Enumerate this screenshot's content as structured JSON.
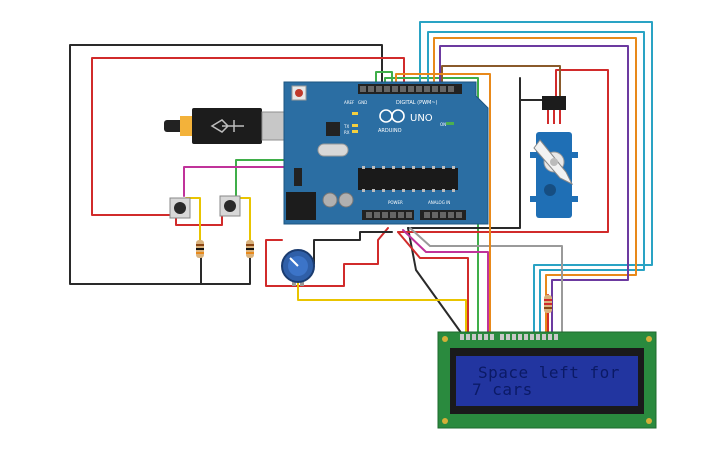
{
  "board": {
    "brand": "ARDUINO",
    "model": "UNO",
    "digital_header": "DIGITAL (PWM~)",
    "power_header": "POWER",
    "analog_header": "ANALOG IN",
    "aref": "AREF",
    "gnd": "GND",
    "tx": "TX",
    "rx": "RX",
    "on": "ON"
  },
  "lcd": {
    "line1": "Space left for",
    "line2": "7 cars"
  },
  "colors": {
    "board": "#2b6ea3",
    "lcd_pcb": "#2a8a3e",
    "lcd_screen": "#1f2a8f",
    "lcd_text": "#0b1a66",
    "servo": "#1f6fb5",
    "wire_red": "#d12b2b",
    "wire_black": "#2a2a2a",
    "wire_green": "#3fae49",
    "wire_yellow": "#e9c400",
    "wire_magenta": "#c0329a",
    "wire_orange": "#e8891a",
    "wire_purple": "#6c3aa0",
    "wire_cyan": "#2aa3c4",
    "wire_gray": "#9a9a9a",
    "wire_brown": "#8a5a2b"
  },
  "icons": [
    "usb-connector-icon",
    "pushbutton-icon",
    "resistor-icon",
    "potentiometer-icon",
    "servo-motor-icon"
  ]
}
